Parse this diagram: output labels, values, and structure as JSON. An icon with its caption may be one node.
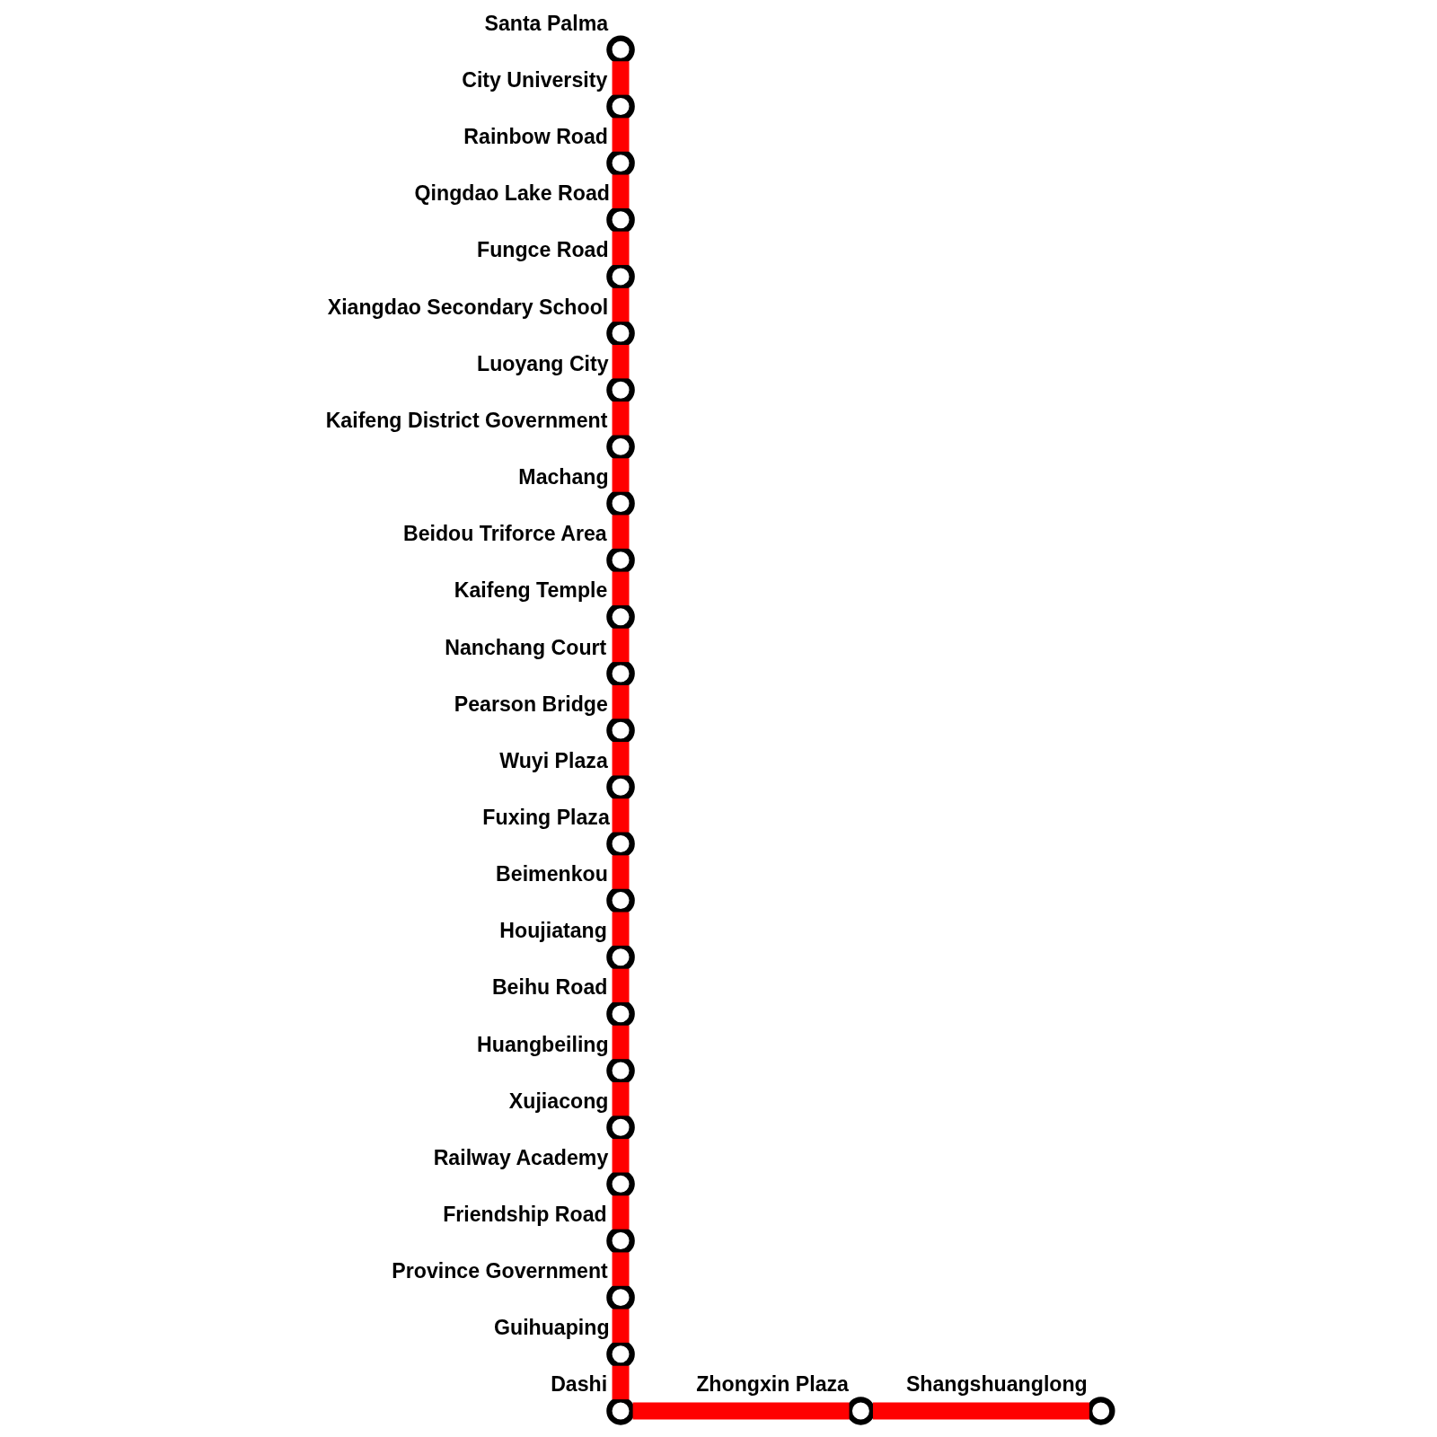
{
  "diagram": {
    "nodes": [
      {
        "text": [
          "Santa Palma"
        ]
      },
      {
        "text": [
          "City University"
        ]
      },
      {
        "text": [
          "Rainbow Road"
        ]
      },
      {
        "text": [
          "Qingdao Lake Road"
        ]
      },
      {
        "text": [
          "Fungce Road"
        ]
      },
      {
        "text": [
          "Xiangdao Secondary School"
        ]
      },
      {
        "text": [
          "Luoyang City"
        ]
      },
      {
        "text": [
          "Kaifeng District Government"
        ]
      },
      {
        "text": [
          "Machang"
        ]
      },
      {
        "text": [
          "Beidou Triforce Area"
        ]
      },
      {
        "text": [
          "Kaifeng Temple"
        ]
      },
      {
        "text": [
          "Nanchang Court"
        ]
      },
      {
        "text": [
          "Pearson Bridge"
        ]
      },
      {
        "text": [
          "Wuyi Plaza"
        ]
      },
      {
        "text": [
          "Fuxing Plaza"
        ]
      },
      {
        "text": [
          "Beimenkou"
        ]
      },
      {
        "text": [
          "Houjiatang"
        ]
      },
      {
        "text": [
          "Beihu Road"
        ]
      },
      {
        "text": [
          "Huangbeiling"
        ]
      },
      {
        "text": [
          "Xujiacong"
        ]
      },
      {
        "text": [
          "Railway Academy"
        ]
      },
      {
        "text": [
          "Friendship Road"
        ]
      },
      {
        "text": [
          "Province Government"
        ]
      },
      {
        "text": [
          "Guihuaping"
        ]
      },
      {
        "text": [
          "Dashi"
        ]
      },
      {
        "text": [
          "Zhongxin Plaza"
        ]
      },
      {
        "text": [
          "Shangshuanglong"
        ]
      }
    ],
    "edges": [
      {
        "from": 0,
        "to": 1,
        "arrow": "none"
      },
      {
        "from": 1,
        "to": 2,
        "arrow": "none"
      },
      {
        "from": 2,
        "to": 3,
        "arrow": "none"
      },
      {
        "from": 3,
        "to": 4,
        "arrow": "none"
      },
      {
        "from": 4,
        "to": 5,
        "arrow": "none"
      },
      {
        "from": 5,
        "to": 6,
        "arrow": "none"
      },
      {
        "from": 6,
        "to": 7,
        "arrow": "none"
      },
      {
        "from": 7,
        "to": 8,
        "arrow": "none"
      },
      {
        "from": 8,
        "to": 9,
        "arrow": "none"
      },
      {
        "from": 9,
        "to": 10,
        "arrow": "none"
      },
      {
        "from": 10,
        "to": 11,
        "arrow": "none"
      },
      {
        "from": 11,
        "to": 12,
        "arrow": "none"
      },
      {
        "from": 12,
        "to": 13,
        "arrow": "none"
      },
      {
        "from": 13,
        "to": 14,
        "arrow": "none"
      },
      {
        "from": 14,
        "to": 15,
        "arrow": "none"
      },
      {
        "from": 15,
        "to": 16,
        "arrow": "none"
      },
      {
        "from": 16,
        "to": 17,
        "arrow": "none"
      },
      {
        "from": 17,
        "to": 18,
        "arrow": "none"
      },
      {
        "from": 18,
        "to": 19,
        "arrow": "none"
      },
      {
        "from": 19,
        "to": 20,
        "arrow": "none"
      },
      {
        "from": 20,
        "to": 21,
        "arrow": "none"
      },
      {
        "from": 21,
        "to": 22,
        "arrow": "none"
      },
      {
        "from": 22,
        "to": 23,
        "arrow": "none"
      },
      {
        "from": 23,
        "to": 24,
        "arrow": "none"
      },
      {
        "from": 24,
        "to": 25,
        "arrow": "none"
      },
      {
        "from": 25,
        "to": 26,
        "arrow": "none"
      }
    ]
  }
}
